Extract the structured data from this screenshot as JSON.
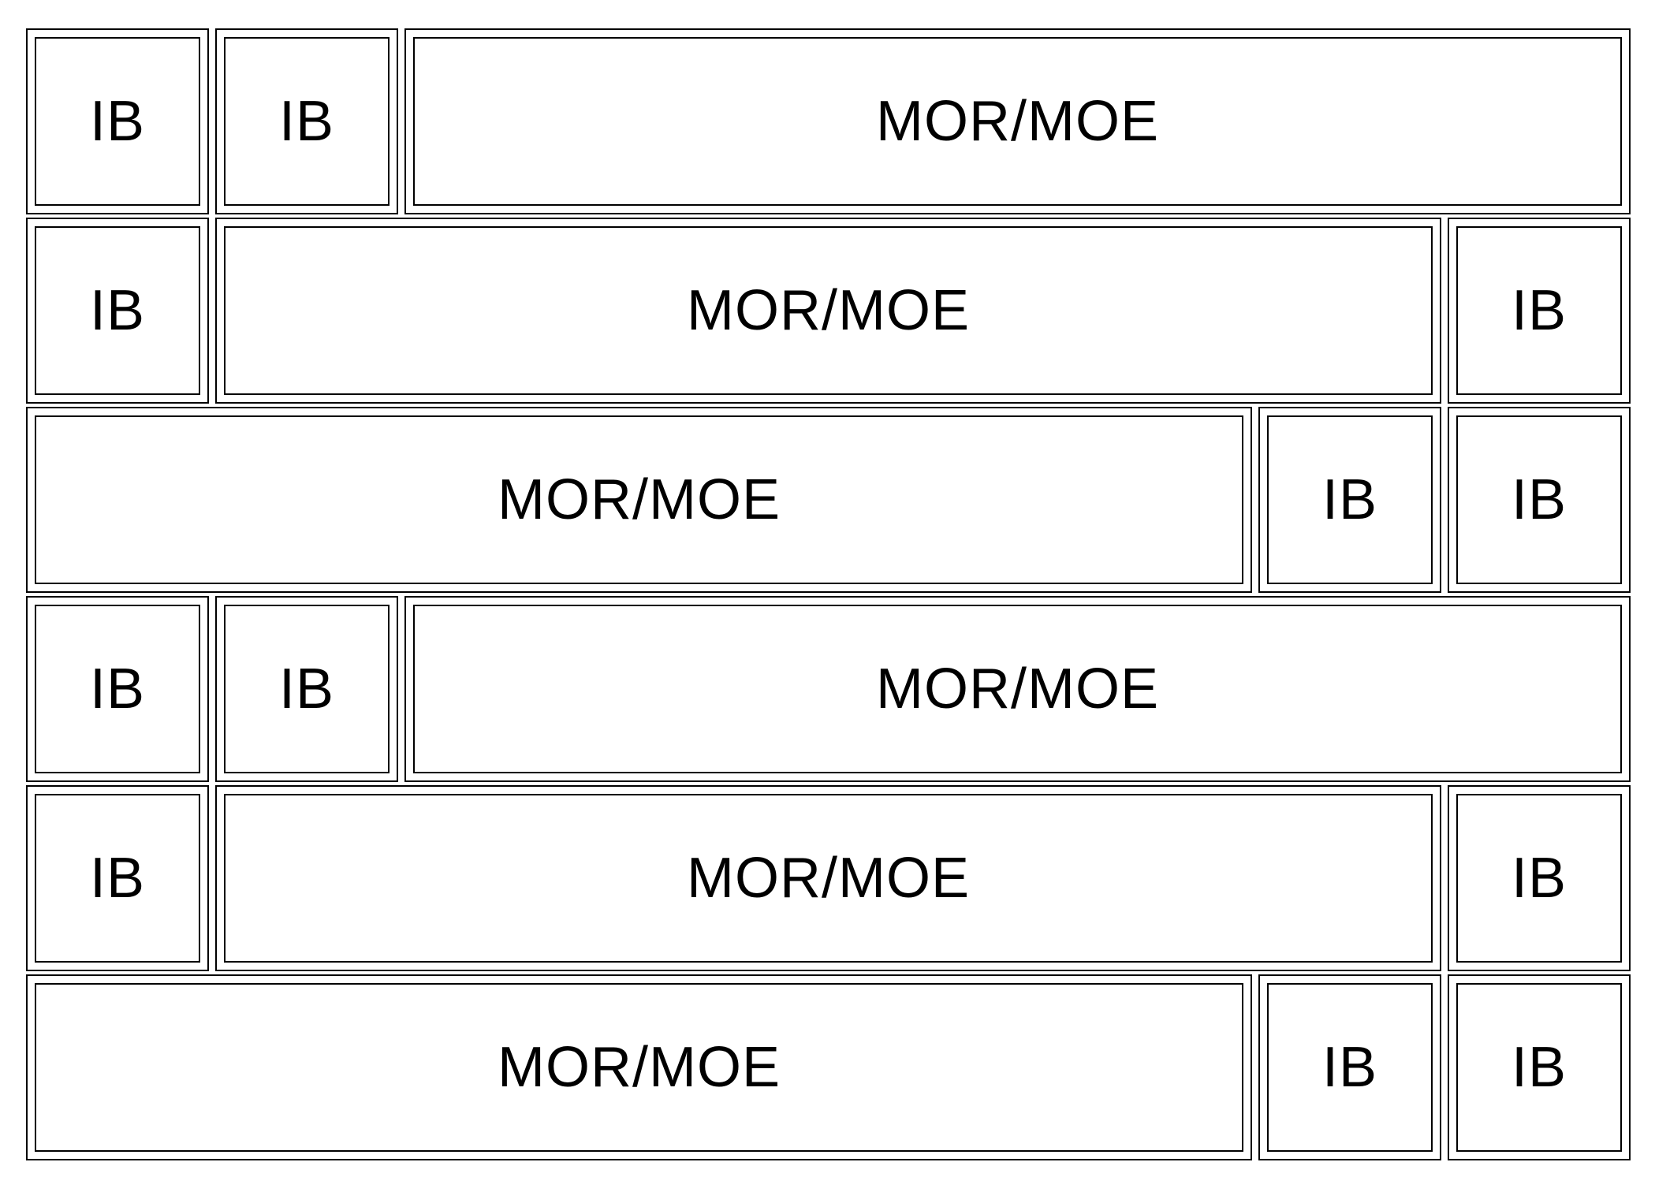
{
  "rows": [
    {
      "blocks": [
        "IB",
        "IB",
        "MOR/MOE"
      ]
    },
    {
      "blocks": [
        "IB",
        "MOR/MOE",
        "IB"
      ]
    },
    {
      "blocks": [
        "MOR/MOE",
        "IB",
        "IB"
      ]
    },
    {
      "blocks": [
        "IB",
        "IB",
        "MOR/MOE"
      ]
    },
    {
      "blocks": [
        "IB",
        "MOR/MOE",
        "IB"
      ]
    },
    {
      "blocks": [
        "MOR/MOE",
        "IB",
        "IB"
      ]
    }
  ],
  "colors": {
    "stroke": "#000000",
    "fill": "#ffffff"
  }
}
